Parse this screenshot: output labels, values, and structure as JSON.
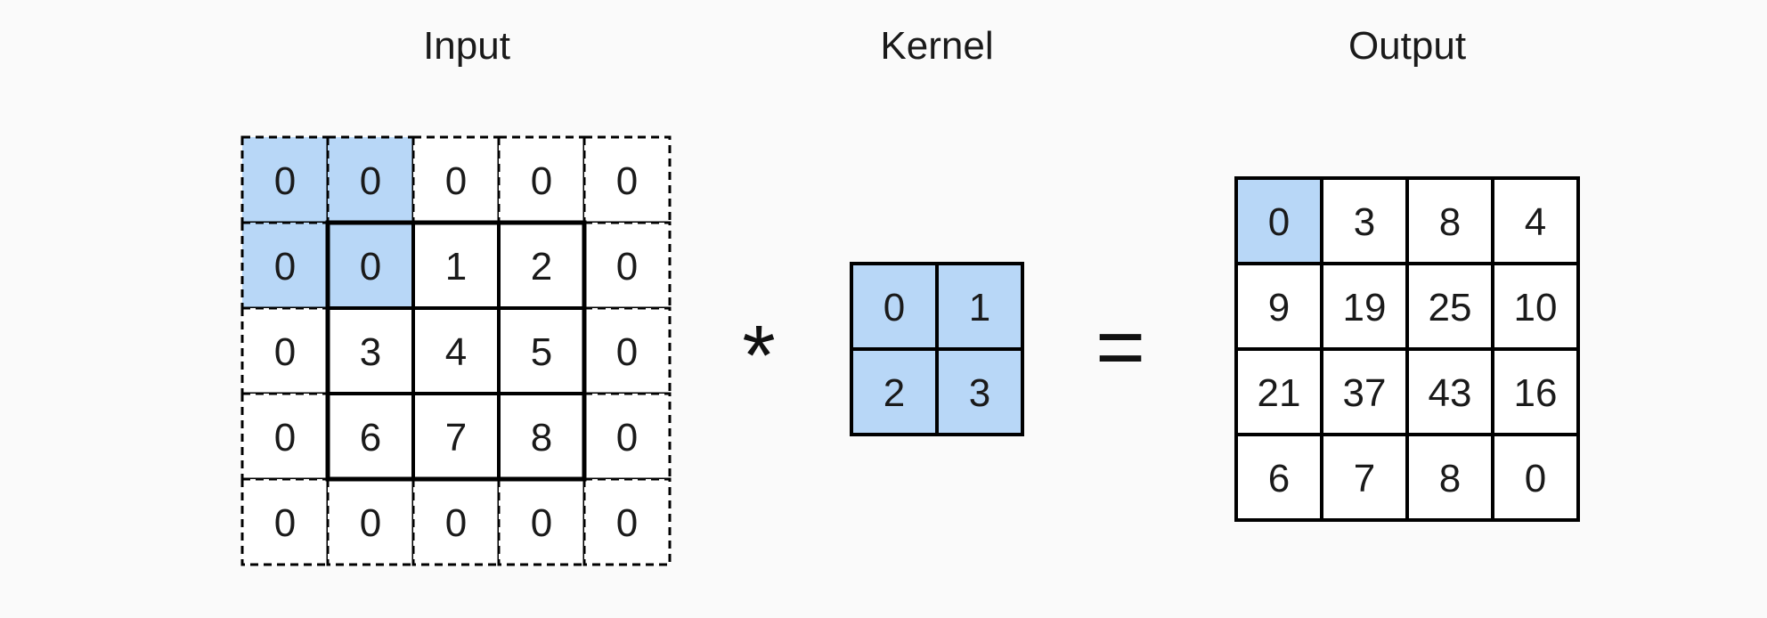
{
  "titles": {
    "input": "Input",
    "kernel": "Kernel",
    "output": "Output"
  },
  "operators": {
    "convolve": "*",
    "equals": "="
  },
  "colors": {
    "highlight": "#b8d7f7",
    "cell": "#ffffff",
    "border": "#000000"
  },
  "input": {
    "padded_grid": [
      [
        "0",
        "0",
        "0",
        "0",
        "0"
      ],
      [
        "0",
        "0",
        "1",
        "2",
        "0"
      ],
      [
        "0",
        "3",
        "4",
        "5",
        "0"
      ],
      [
        "0",
        "6",
        "7",
        "8",
        "0"
      ],
      [
        "0",
        "0",
        "0",
        "0",
        "0"
      ]
    ],
    "highlighted_cells": [
      [
        0,
        0
      ],
      [
        0,
        1
      ],
      [
        1,
        0
      ],
      [
        1,
        1
      ]
    ],
    "padding_style": "dashed"
  },
  "kernel": {
    "grid": [
      [
        "0",
        "1"
      ],
      [
        "2",
        "3"
      ]
    ],
    "highlight_all": true
  },
  "output": {
    "grid": [
      [
        "0",
        "3",
        "8",
        "4"
      ],
      [
        "9",
        "19",
        "25",
        "10"
      ],
      [
        "21",
        "37",
        "43",
        "16"
      ],
      [
        "6",
        "7",
        "8",
        "0"
      ]
    ],
    "highlighted_cells": [
      [
        0,
        0
      ]
    ]
  }
}
